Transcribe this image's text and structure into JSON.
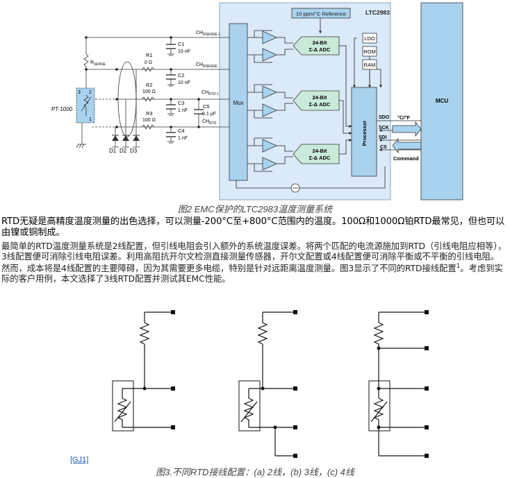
{
  "figure2": {
    "caption": "图2 EMC保护的LTC2983温度测量系统",
    "chip_name": "LTC2983",
    "reference": "10 ppm/°C Reference",
    "mux": "Mux",
    "processor": "Processor",
    "mcu": "MCU",
    "adc_line1": "24-Bit",
    "adc_line2": "Σ-Δ ADC",
    "memory": [
      "LDO",
      "ROM",
      "RAM"
    ],
    "sensor": "PT-1000",
    "sense_res": "R",
    "sense_res_sub": "SENSE",
    "resistors": [
      {
        "name": "R1",
        "value": "0 Ω"
      },
      {
        "name": "R2",
        "value": "100 Ω"
      },
      {
        "name": "R3",
        "value": "100 Ω"
      }
    ],
    "capacitors": [
      {
        "name": "C1",
        "value": "10 nF"
      },
      {
        "name": "C2",
        "value": "10 nF"
      },
      {
        "name": "C3",
        "value": "1 nF"
      },
      {
        "name": "C4",
        "value": "1 nF"
      },
      {
        "name": "C5",
        "value": "0.1 µF"
      }
    ],
    "channels": [
      {
        "main": "CH",
        "sub": "RSENSE-1"
      },
      {
        "main": "CH",
        "sub": "RSENSE"
      },
      {
        "main": "CH",
        "sub": "RTD-1"
      },
      {
        "main": "CH",
        "sub": "RTD"
      }
    ],
    "diodes": [
      "D1",
      "D2",
      "D3"
    ],
    "pins": [
      "1",
      "2",
      "3"
    ],
    "signals": [
      "SDO",
      "SCK",
      "SDI",
      "CS"
    ],
    "out_label": "°C/°F",
    "command_label": "Command"
  },
  "paragraph1": "RTD无疑是高精度温度测量的出色选择，可以测量-200°C至+800°C范围内的温度。100Ω和1000Ω铂RTD最常见，但也可以由镍或铜制成。",
  "paragraph2": "最简单的RTD温度测量系统是2线配置，但引线电阻会引入额外的系统温度误差。将两个匹配的电流源施加到RTD（引线电阻应相等），3线配置便可消除引线电阻误差。利用高阻抗开尔文检测直接测量传感器，开尔文配置或4线配置便可消除平衡或不平衡的引线电阻。然而，成本将是4线配置的主要障碍，因为其需要更多电缆，特别是针对远距离温度测量。图3显示了不同的RTD接线配置",
  "paragraph2_sup": "1",
  "paragraph2_tail": "。考虑到实际的客户用例，本文选择了3线RTD配置并测试其EMC性能。",
  "figure3": {
    "note_link": "[GJ1]",
    "caption": "图3.不同RTD接线配置：(a) 2线，(b) 3线，(c) 4线"
  },
  "colors": {
    "chip_fill": "#daeaf8",
    "block_blue": "#a9d2ee",
    "adc_green": "#c9ead8",
    "link": "#1a55a8"
  }
}
